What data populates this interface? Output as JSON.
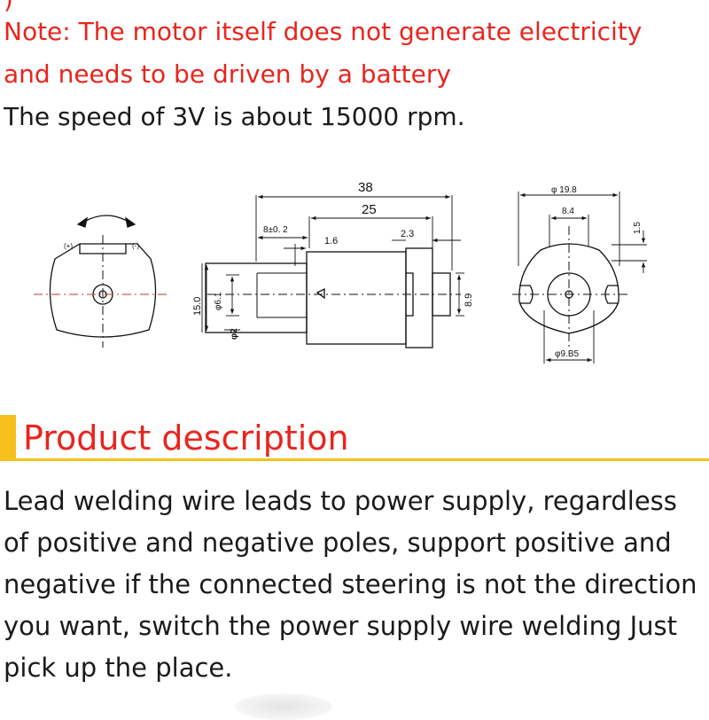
{
  "header_fragment": "                )",
  "note_line_1": "Note:  The motor itself does not generate electricity",
  "note_line_2": "and needs to be driven by a battery",
  "speed_line": "The speed of 3V is about 15000 rpm.",
  "drawing": {
    "left_view": {
      "plus_label": "(+)",
      "minus_label": "(-)"
    },
    "side_view": {
      "dim_38": "38",
      "dim_25": "25",
      "dim_8": "8±0. 2",
      "dim_1_6": "1.6",
      "dim_2_3": "2.3",
      "dim_15": "15.0",
      "dim_phi6_1": "φ6.1",
      "dim_phi2": "φ2",
      "dim_8_9": "8.9"
    },
    "right_view": {
      "dim_phi19_8": "φ 19.8",
      "dim_8_4": "8.4",
      "dim_1_5": "1.5",
      "dim_phi9_85": "φ9.B5"
    }
  },
  "section": {
    "title": "Product description"
  },
  "description_lines": [
    "Lead welding wire leads to power supply, regardless",
    "of positive and negative poles, support positive and",
    "negative if the connected steering is not the direction",
    "you want, switch the power supply wire welding Just",
    "pick up the place."
  ],
  "colors": {
    "red_text": "#e8251e",
    "accent_yellow": "#f5c11a",
    "body_text": "#1a1a1a"
  }
}
